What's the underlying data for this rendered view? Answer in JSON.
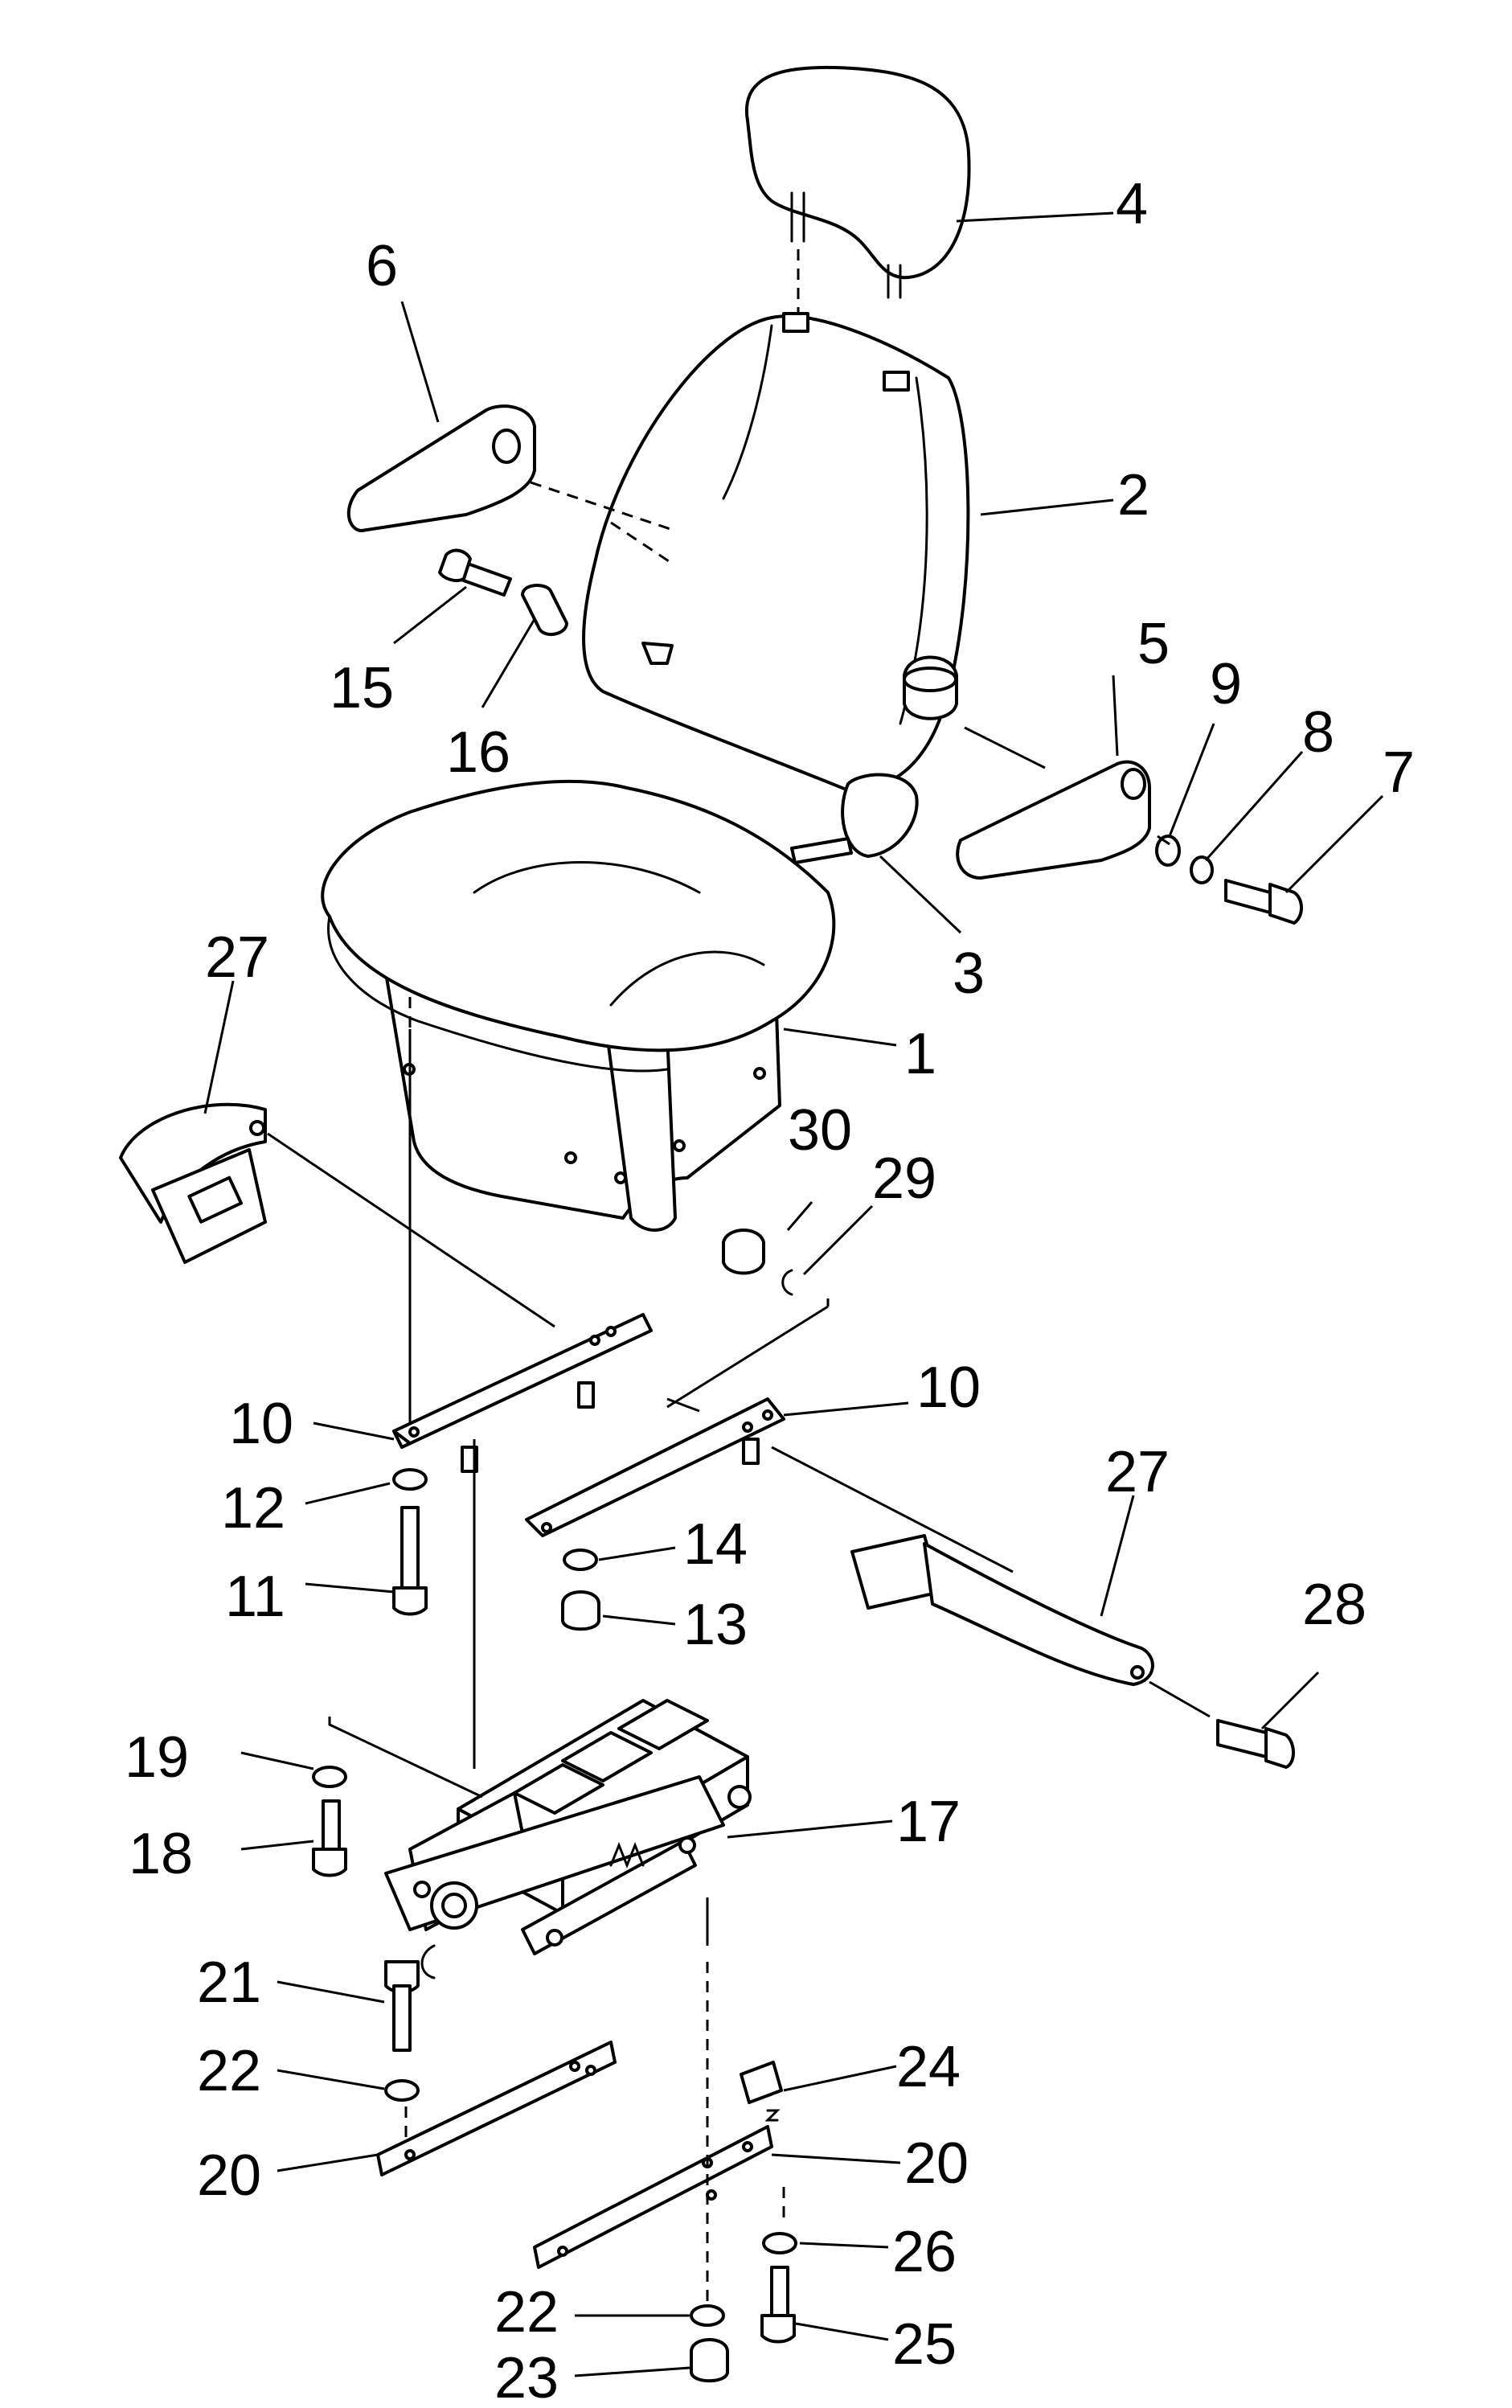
{
  "callouts": {
    "c1": "1",
    "c2": "2",
    "c3": "3",
    "c4": "4",
    "c5": "5",
    "c6": "6",
    "c7": "7",
    "c8": "8",
    "c9": "9",
    "c10a": "10",
    "c10b": "10",
    "c11": "11",
    "c12": "12",
    "c13": "13",
    "c14": "14",
    "c15": "15",
    "c16": "16",
    "c17": "17",
    "c18": "18",
    "c19": "19",
    "c20a": "20",
    "c20b": "20",
    "c21": "21",
    "c22a": "22",
    "c22b": "22",
    "c23": "23",
    "c24": "24",
    "c25": "25",
    "c26": "26",
    "c27a": "27",
    "c27b": "27",
    "c28": "28",
    "c29": "29",
    "c30": "30"
  }
}
